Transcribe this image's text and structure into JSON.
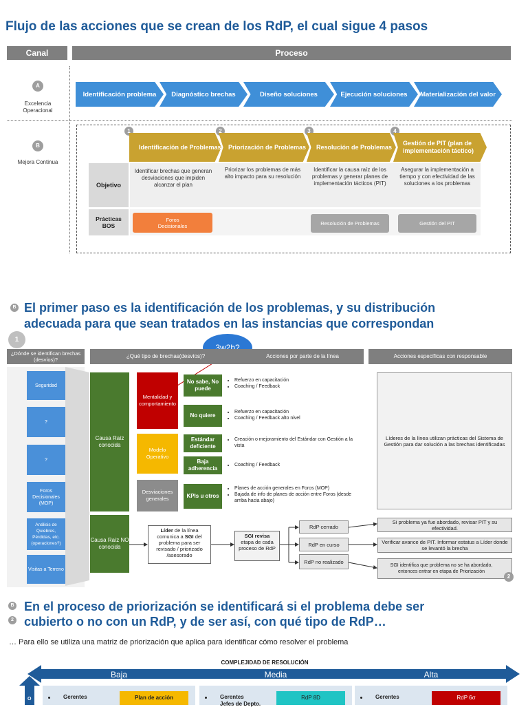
{
  "title1": "Flujo de las acciones que se crean de los RdP, el cual sigue 4 pasos",
  "header": {
    "canal": "Canal",
    "proceso": "Proceso"
  },
  "section_a": {
    "badge": "A",
    "label": "Excelencia Operacional",
    "steps": [
      "Identificación problema",
      "Diagnóstico brechas",
      "Diseño soluciones",
      "Ejecución soluciones",
      "Materialización del valor"
    ]
  },
  "section_b": {
    "badge": "B",
    "label": "Mejora Continua",
    "steps": [
      {
        "num": "1",
        "label": "Identificación de Problemas",
        "objetivo": "Identificar brechas que generan desviaciones que impiden alcanzar el plan"
      },
      {
        "num": "2",
        "label": "Priorización de Problemas",
        "objetivo": "Priorizar los problemas de más alto impacto para su resolución"
      },
      {
        "num": "3",
        "label": "Resolución de Problemas",
        "objetivo": "Identificar la causa raíz de los problemas y generar planes de implementación tácticos (PIT)"
      },
      {
        "num": "4",
        "label": "Gestión de PIT (plan de implementación táctico)",
        "objetivo": "Asegurar la implementación a tiempo y con efectividad de las soluciones a los problemas"
      }
    ],
    "row_objetivo": "Objetivo",
    "row_practicas": "Prácticas BOS",
    "practicas": [
      "Foros Decisionales",
      "Resolución de Problemas",
      "Gestión del PIT"
    ]
  },
  "title2": {
    "badge": "B",
    "line1": "El primer paso es la identificación de los problemas, y su distribución",
    "line2": "adecuada para que sean tratados en las instancias que correspondan"
  },
  "step1": {
    "badge": "1",
    "bubble": "3w2h?",
    "col_headers": [
      "¿Dónde se identifican brechas (desvíos)?",
      "¿Qué tipo de brechas(desvíos)?",
      "Acciones por parte de la línea",
      "Acciones específicas con responsable"
    ],
    "sources": [
      "Seguridad",
      "?",
      "?",
      "Foros Decisionales (MOP)",
      "Análisis de Quiebres, Pérdidas, etc. (operaciones?)",
      "Visitas a Terreno"
    ],
    "causa_conocida": "Causa Raíz conocida",
    "causa_no_conocida": "Causa Raíz NO conocida",
    "types": [
      "Mentalidad y comportamiento",
      "Modelo Operativo",
      "Desviaciones generales"
    ],
    "subtypes": [
      "No sabe, No puede",
      "No quiere",
      "Estándar deficiente",
      "Baja adherencia",
      "KPIs u otros"
    ],
    "actions": [
      [
        "Refuerzo en capacitación",
        "Coaching / Feedback"
      ],
      [
        "Refuerzo en capacitación",
        "Coaching / Feedback alto nivel"
      ],
      [
        "Creación o mejoramiento del Estándar con Gestión a la vista"
      ],
      [
        "Coaching / Feedback"
      ],
      [
        "Planes de acción generales en Foros (MOP)",
        "Bajada de info de planes de acción entre Foros (desde arriba hacia abajo)"
      ]
    ],
    "specific": "Líderes de la línea utilizan prácticas del Sistema de Gestión para dar solución a las brechas identificadas",
    "lider_bold": "Líder",
    "lider_text1": " de la línea comunica a ",
    "lider_sgi": "SGI",
    "lider_text2": " del problema para ser revisado / priorizado /asesorado",
    "sgi_bold": "SGI revisa",
    "sgi_text": "etapa de cada proceso de RdP",
    "rdp_states": [
      "RdP cerrado",
      "RdP en curso",
      "RdP no realizado"
    ],
    "outcomes": [
      "Si problema ya fue abordado, revisar PIT y su efectividad.",
      "Verificar avance de PIT. Informar estatus a Líder donde se levantó la brecha",
      "SGI identifica que problema no se ha abordado, entonces entrar en etapa de Priorización"
    ],
    "badge2": "2"
  },
  "title3": {
    "badge_b": "B",
    "badge_2": "2",
    "line1": "En el proceso de priorización se identificará si el problema debe ser",
    "line2": "cubierto o no con un RdP, y de ser así, con qué tipo de RdP…"
  },
  "note": "… Para ello se utiliza una matriz de priorización que aplica para identificar cómo resolver el problema",
  "matrix": {
    "title": "COMPLEJIDAD DE RESOLUCIÓN",
    "levels": [
      "Baja",
      "Media",
      "Alta"
    ],
    "cells": [
      {
        "bullet": "Gerentes",
        "box": "Plan de acción"
      },
      {
        "bullet": "Gerentes",
        "bullet2": "Jefes de Depto.",
        "box": "RdP 8D"
      },
      {
        "bullet": "Gerentes",
        "box": "RdP 6σ"
      }
    ]
  },
  "colors": {
    "blue": "#3f8fd8",
    "gold": "#c9a230",
    "green": "#4a7a2e",
    "red": "#c00000",
    "yellow": "#f5b800",
    "orange": "#f27f3c",
    "navy": "#1f5b99"
  }
}
